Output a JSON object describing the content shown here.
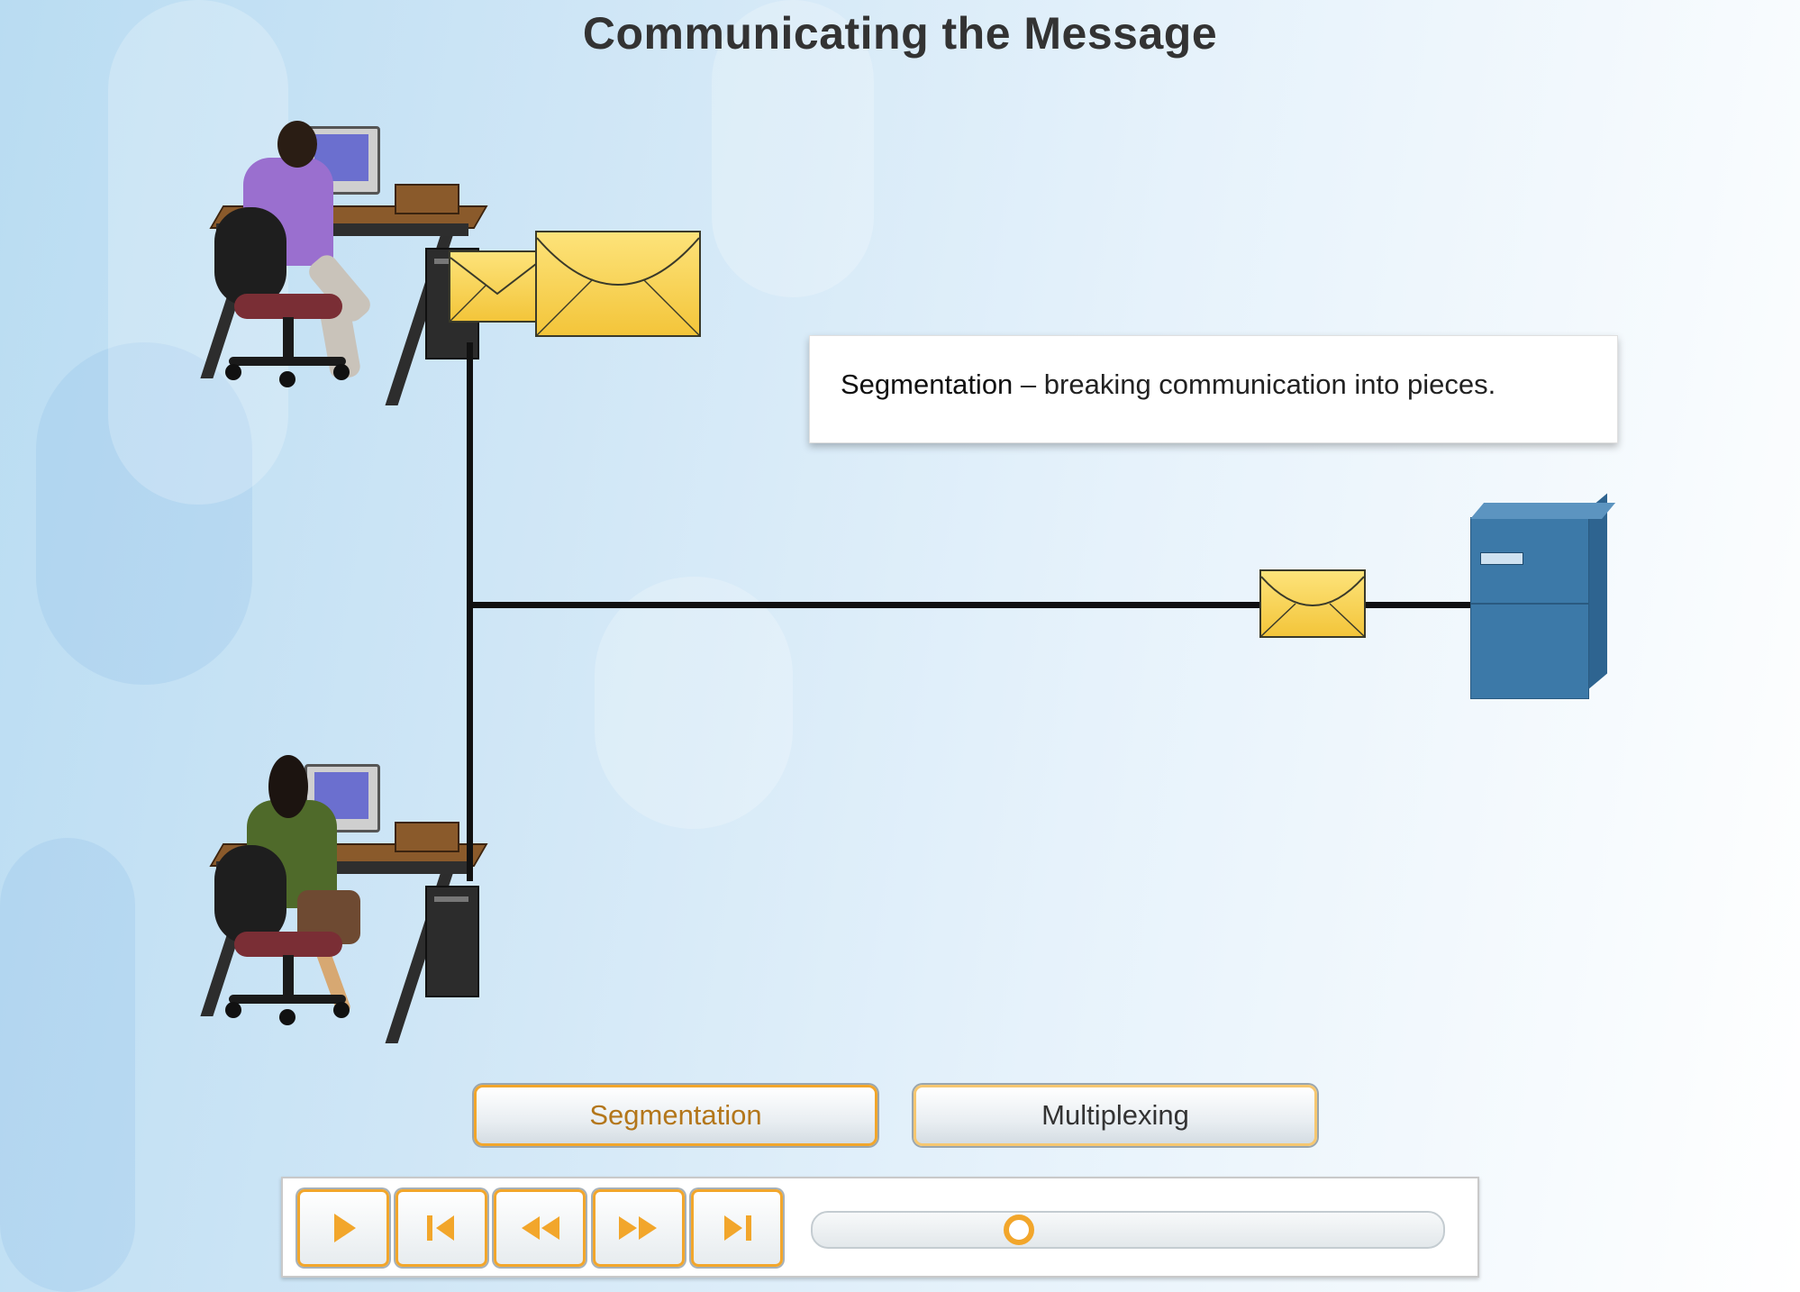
{
  "title": "Communicating the Message",
  "callout": {
    "term": "Segmentation",
    "separator": " – ",
    "definition": "breaking communication into pieces."
  },
  "buttons": {
    "segmentation": "Segmentation",
    "multiplexing": "Multiplexing"
  },
  "media_controls": {
    "icons": [
      "play-icon",
      "skip-to-start-icon",
      "rewind-icon",
      "fast-forward-icon",
      "skip-to-end-icon"
    ],
    "progress": 0.32
  },
  "colors": {
    "accent": "#f2a62b",
    "active_label": "#b3761a",
    "envelope": "#f3c53a",
    "server": "#3c79a8"
  }
}
